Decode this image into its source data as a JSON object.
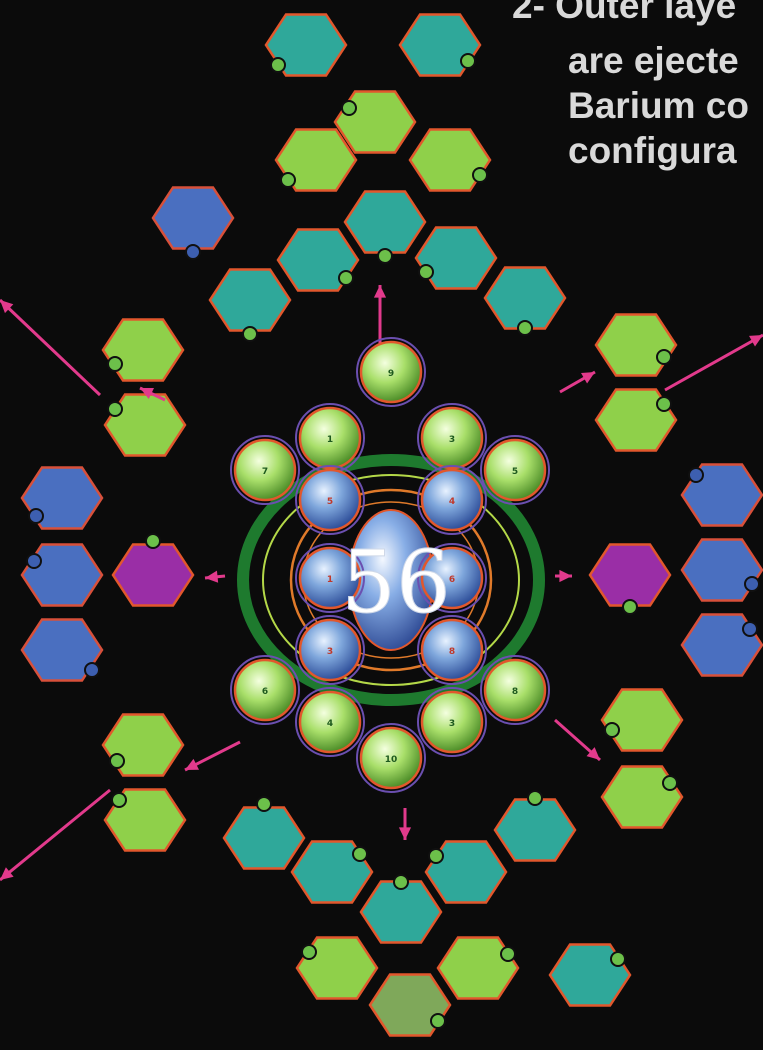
{
  "caption": {
    "lines": [
      "2- Outer laye",
      "are ejecte",
      "Barium co",
      "configura"
    ]
  },
  "center": {
    "number": "56",
    "numbered_spheres": [
      "9",
      "1",
      "3",
      "7",
      "5",
      "5",
      "4",
      "1",
      "6",
      "3",
      "8",
      "6",
      "8",
      "4",
      "3",
      "10"
    ]
  },
  "colors": {
    "background": "#0b0b0b",
    "teal": "#2fa89a",
    "lime": "#8fd04a",
    "blue": "#4a6fc0",
    "purple": "#9a2ea6",
    "olive": "#7fa85a",
    "orange_outline": "#e2572c",
    "arrow": "#e23a8c",
    "ring_green": "#1e7a2e",
    "ring_orange": "#e07a2a",
    "caption_text": "#d9d9d9"
  }
}
